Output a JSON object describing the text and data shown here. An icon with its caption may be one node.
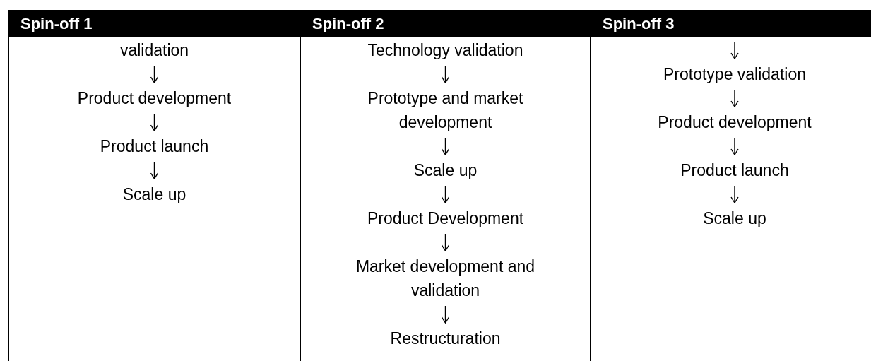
{
  "diagram": {
    "nodes": [
      {
        "text": [
          "Spin-off 1"
        ]
      },
      {
        "text": [
          "validation"
        ],
        "in": 0
      },
      {
        "text": [
          "Product development"
        ],
        "in": 0
      },
      {
        "text": [
          "Product launch"
        ],
        "in": 0
      },
      {
        "text": [
          "Scale up"
        ],
        "in": 0
      },
      {
        "text": [
          "Spin-off 2"
        ]
      },
      {
        "text": [
          "Technology validation"
        ],
        "in": 5
      },
      {
        "text": [
          "Prototype and market development"
        ],
        "in": 5
      },
      {
        "text": [
          "Scale up"
        ],
        "in": 5
      },
      {
        "text": [
          "Product Development"
        ],
        "in": 5
      },
      {
        "text": [
          "Market development and validation"
        ],
        "in": 5
      },
      {
        "text": [
          "Restructuration"
        ],
        "in": 5
      },
      {
        "text": [
          "Spin-off 3"
        ]
      },
      {
        "text": [
          "Prototype validation"
        ],
        "in": 12
      },
      {
        "text": [
          "Product development"
        ],
        "in": 12
      },
      {
        "text": [
          "Product launch"
        ],
        "in": 12
      },
      {
        "text": [
          "Scale up"
        ],
        "in": 12
      }
    ],
    "edges": [
      {
        "from": 1,
        "to": 2,
        "arrow": "to"
      },
      {
        "from": 2,
        "to": 3,
        "arrow": "to"
      },
      {
        "from": 3,
        "to": 4,
        "arrow": "to"
      },
      {
        "from": 6,
        "to": 7,
        "arrow": "to"
      },
      {
        "from": 7,
        "to": 8,
        "arrow": "to"
      },
      {
        "from": 8,
        "to": 9,
        "arrow": "to"
      },
      {
        "from": 9,
        "to": 10,
        "arrow": "to"
      },
      {
        "from": 10,
        "to": 11,
        "arrow": "to"
      },
      {
        "from": null,
        "to": 13,
        "arrow": "to"
      },
      {
        "from": 13,
        "to": 14,
        "arrow": "to"
      },
      {
        "from": 14,
        "to": 15,
        "arrow": "to"
      },
      {
        "from": 15,
        "to": 16,
        "arrow": "to"
      }
    ]
  }
}
